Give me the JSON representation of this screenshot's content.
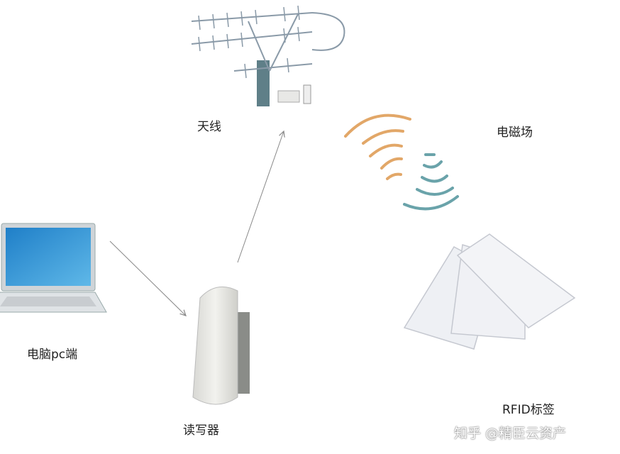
{
  "labels": {
    "antenna": "天线",
    "field": "电磁场",
    "pc": "电脑pc端",
    "reader": "读写器",
    "tags": "RFID标签"
  },
  "watermark": "知乎 @精臣云资产",
  "colors": {
    "wave_outer": "#e0a060",
    "wave_inner": "#6aa0a8",
    "arrow": "#888888",
    "laptop_screen": "#2a8fd0"
  }
}
